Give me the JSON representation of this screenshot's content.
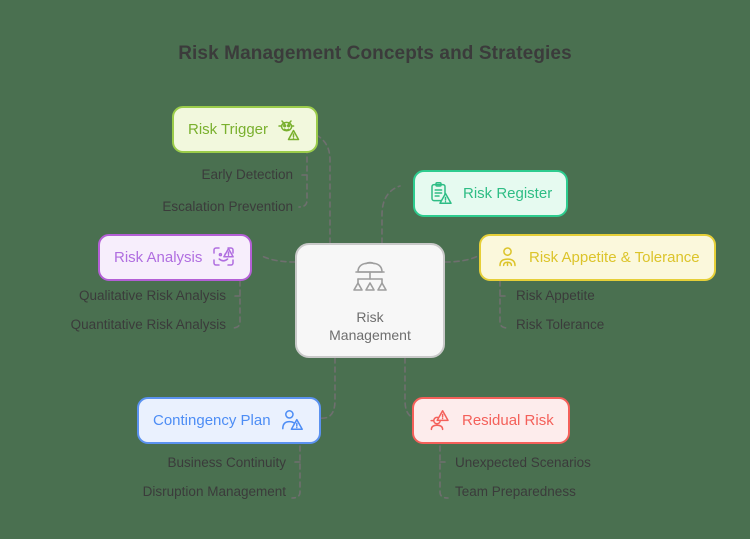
{
  "title": "Risk Management Concepts and Strategies",
  "background_color": "#4a7050",
  "center": {
    "label_line1": "Risk",
    "label_line2": "Management",
    "icon": "hard-hat-hierarchy-icon",
    "fill": "#f7f7f7",
    "border": "#c9c9c9",
    "text_color": "#6e6e6e"
  },
  "branches": [
    {
      "id": "risk-trigger",
      "label": "Risk Trigger",
      "icon": "bug-warning-icon",
      "icon_side": "right",
      "color": "#8cc63f",
      "fill": "#f2f8dd",
      "border": "#9bcc4a",
      "text_color": "#7ab02e",
      "children": [
        "Early Detection",
        "Escalation Prevention"
      ]
    },
    {
      "id": "risk-register",
      "label": "Risk Register",
      "icon": "clipboard-warning-icon",
      "icon_side": "left",
      "color": "#2ecc8f",
      "fill": "#e6faf0",
      "border": "#2ecc8f",
      "text_color": "#2ebd85",
      "children": []
    },
    {
      "id": "risk-appetite-tolerance",
      "label": "Risk Appetite & Tolerance",
      "icon": "person-gauge-icon",
      "icon_side": "left",
      "color": "#e8d13a",
      "fill": "#fbf8dc",
      "border": "#e6cf38",
      "text_color": "#dcc42a",
      "children": [
        "Risk Appetite",
        "Risk Tolerance"
      ]
    },
    {
      "id": "residual-risk",
      "label": "Residual Risk",
      "icon": "person-warning-icon",
      "icon_side": "left",
      "color": "#f4605a",
      "fill": "#fdecec",
      "border": "#f4605a",
      "text_color": "#f4605a",
      "children": [
        "Unexpected Scenarios",
        "Team Preparedness"
      ]
    },
    {
      "id": "contingency-plan",
      "label": "Contingency Plan",
      "icon": "person-alert-icon",
      "icon_side": "right",
      "color": "#4d8df5",
      "fill": "#eaf1fe",
      "border": "#5b92f0",
      "text_color": "#4d8df5",
      "children": [
        "Business Continuity",
        "Disruption Management"
      ]
    },
    {
      "id": "risk-analysis",
      "label": "Risk Analysis",
      "icon": "scan-warning-icon",
      "icon_side": "right",
      "color": "#b45fd6",
      "fill": "#f7eefc",
      "border": "#b45fd6",
      "text_color": "#b06ee0",
      "children": [
        "Qualitative Risk Analysis",
        "Quantitative Risk Analysis"
      ]
    }
  ],
  "edge_style": {
    "color": "#6f6f6f",
    "dash": "5 4",
    "width": 1.6
  }
}
